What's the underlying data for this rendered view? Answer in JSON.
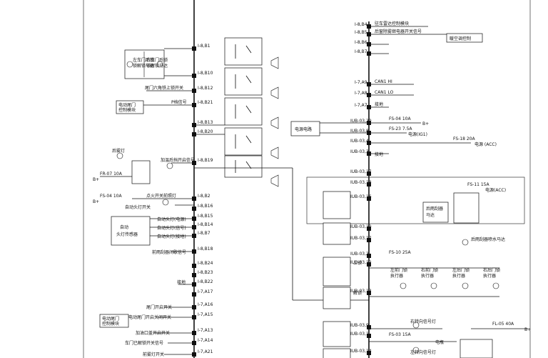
{
  "left_pins": [
    "I-8,B1",
    "I-8,B10",
    "I-8,B12",
    "I-8,B21",
    "I-8,B13",
    "I-8,B20",
    "I-8,B19",
    "I-8,B2",
    "I-8,B16",
    "I-8,B15",
    "I-8,B14",
    "I-8,B7",
    "I-8,B18",
    "I-8,B24",
    "I-8,B23",
    "I-8,B22",
    "I-7,A17",
    "I-7,A16",
    "I-7,A15",
    "I-7,A13",
    "I-7,A14",
    "I-7,A21"
  ],
  "left_labels": {
    "front_door_lock_motor": "左车门后锁\n锁解锁马达",
    "rear_door_lock_motor": "右车门后锁\n锁解锁马达",
    "trunk_switch": "尾门六角铁上锁开关",
    "auto_door_module": "电动尾门\n控制模块",
    "p_signal": "P档信号",
    "backup_lamp": "后雾灯",
    "fuse_r07": "FR-07  10A",
    "wiper_switch": "加温后挡开启信号",
    "fuse_s04": "FS-04  10A",
    "headlamp_switch": "点火开关前照灯",
    "auto_headlamp_switch": "自动头灯开关",
    "auto_headlamp_sensor": "自动\n头灯传感器",
    "auto_lamp_power": "自动头灯(电源)",
    "auto_lamp_signal": "自动头灯(信号)",
    "auto_lamp_ground": "自动头灯(接地)",
    "front_washer": "前雨刮器间歇信号",
    "ground": "接地",
    "door_switch": "尾门开启开关",
    "remote_door_switch": "电动尾门开启关闭开关",
    "power_door_module": "电动尾门\n控制模块",
    "door_open_switch": "加油口盖开启开关",
    "door_lock_signal": "车门已解锁开关信号",
    "fog_lamp_switch": "前雾灯开关",
    "b_plus": "B+"
  },
  "right_pins_top": [
    "I-8,B4",
    "I-8,B5",
    "I-8,B6",
    "I-8,B7"
  ],
  "right_labels_top": [
    "驻车雷达控制模块",
    "后窗除雾继电器开关信号",
    "",
    ""
  ],
  "heater_control": "暖空调控制",
  "can_pins": [
    "I-7,A9",
    "I-7,A8",
    "I-7,A7"
  ],
  "can_labels": [
    "CAN1 HI",
    "CAN1 LO",
    "接地"
  ],
  "power_box": "电源电路",
  "iub_pins_upper": [
    "IUB-03,20",
    "IUB-03,8",
    "IUB-03,4",
    "IUB-03,3"
  ],
  "iub_labels_upper": [
    "电源(IG1)",
    "电源 (ACC)",
    "接地"
  ],
  "fuses_upper": [
    "FS-04  10A",
    "FS-23  7.5A",
    "FS-18  20A"
  ],
  "iub_pins_lower": [
    "IUB-03,17",
    "IUB-03,18",
    "IUB-03,16",
    "IUB-03,10",
    "IUB-03,17",
    "IUB-03,2",
    "IUB-03,12",
    "IUB-03,13",
    "IUB-03,9",
    "IUB-03,1",
    "IUB-03,14"
  ],
  "lower_right": {
    "fuse_s11": "FS-11  15A",
    "acc_power": "电源(ACC)",
    "rear_wiper_motor": "后雨刮器\n马达",
    "rear_washer_motor": "后雨刮器喷水马达",
    "fuse_s10": "FS-10  25A",
    "lock": "上锁",
    "unlock": "解锁",
    "actuators": [
      "左前门锁\n执行器",
      "右前门锁\n执行器",
      "左后门锁\n执行器",
      "右后门锁\n执行器"
    ],
    "right_turn_lamp": "右转向信号灯",
    "fuse_s03": "FS-03  15A",
    "trunk_lamp": "电瓶",
    "left_turn_lamp": "左转向信号灯",
    "fuse_l05": "FL-05  40A",
    "b_plus": "B+"
  }
}
